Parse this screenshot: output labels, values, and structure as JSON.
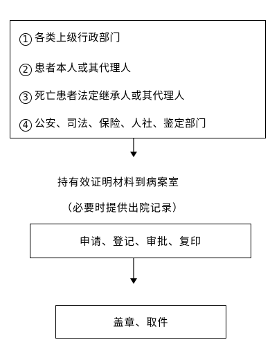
{
  "sources": [
    {
      "num": "1",
      "text": "各类上级行政部门"
    },
    {
      "num": "2",
      "text": "患者本人或其代理人"
    },
    {
      "num": "3",
      "text": "死亡患者法定继承人或其代理人"
    },
    {
      "num": "4",
      "text": "公安、司法、保险、人社、鉴定部门"
    }
  ],
  "note": {
    "main": "持有效证明材料到病案室",
    "sub": "（必要时提供出院记录）"
  },
  "steps": [
    {
      "label": "申请、登记、审批、复印"
    },
    {
      "label": "盖章、取件"
    }
  ]
}
